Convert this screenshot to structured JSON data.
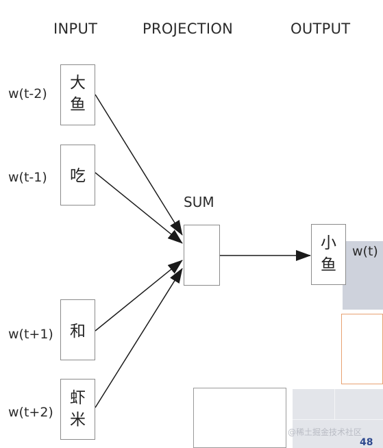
{
  "columns": {
    "input": "INPUT",
    "projection": "PROJECTION",
    "output": "OUTPUT"
  },
  "inputs": [
    {
      "label": "w(t-2)",
      "line1": "大",
      "line2": "鱼"
    },
    {
      "label": "w(t-1)",
      "line1": "吃",
      "line2": ""
    },
    {
      "label": "w(t+1)",
      "line1": "和",
      "line2": ""
    },
    {
      "label": "w(t+2)",
      "line1": "虾",
      "line2": "米"
    }
  ],
  "projection": {
    "label": "SUM"
  },
  "output": {
    "line1": "小",
    "line2": "鱼",
    "label": "w(t)"
  },
  "footer": {
    "watermark": "@稀土掘金技术社区",
    "page_number": "48"
  },
  "colors": {
    "gray_panel": "#ced2dc",
    "light_panel": "#e3e5ea",
    "orange_border": "#e8a070",
    "arrow": "#1a1a1a"
  }
}
